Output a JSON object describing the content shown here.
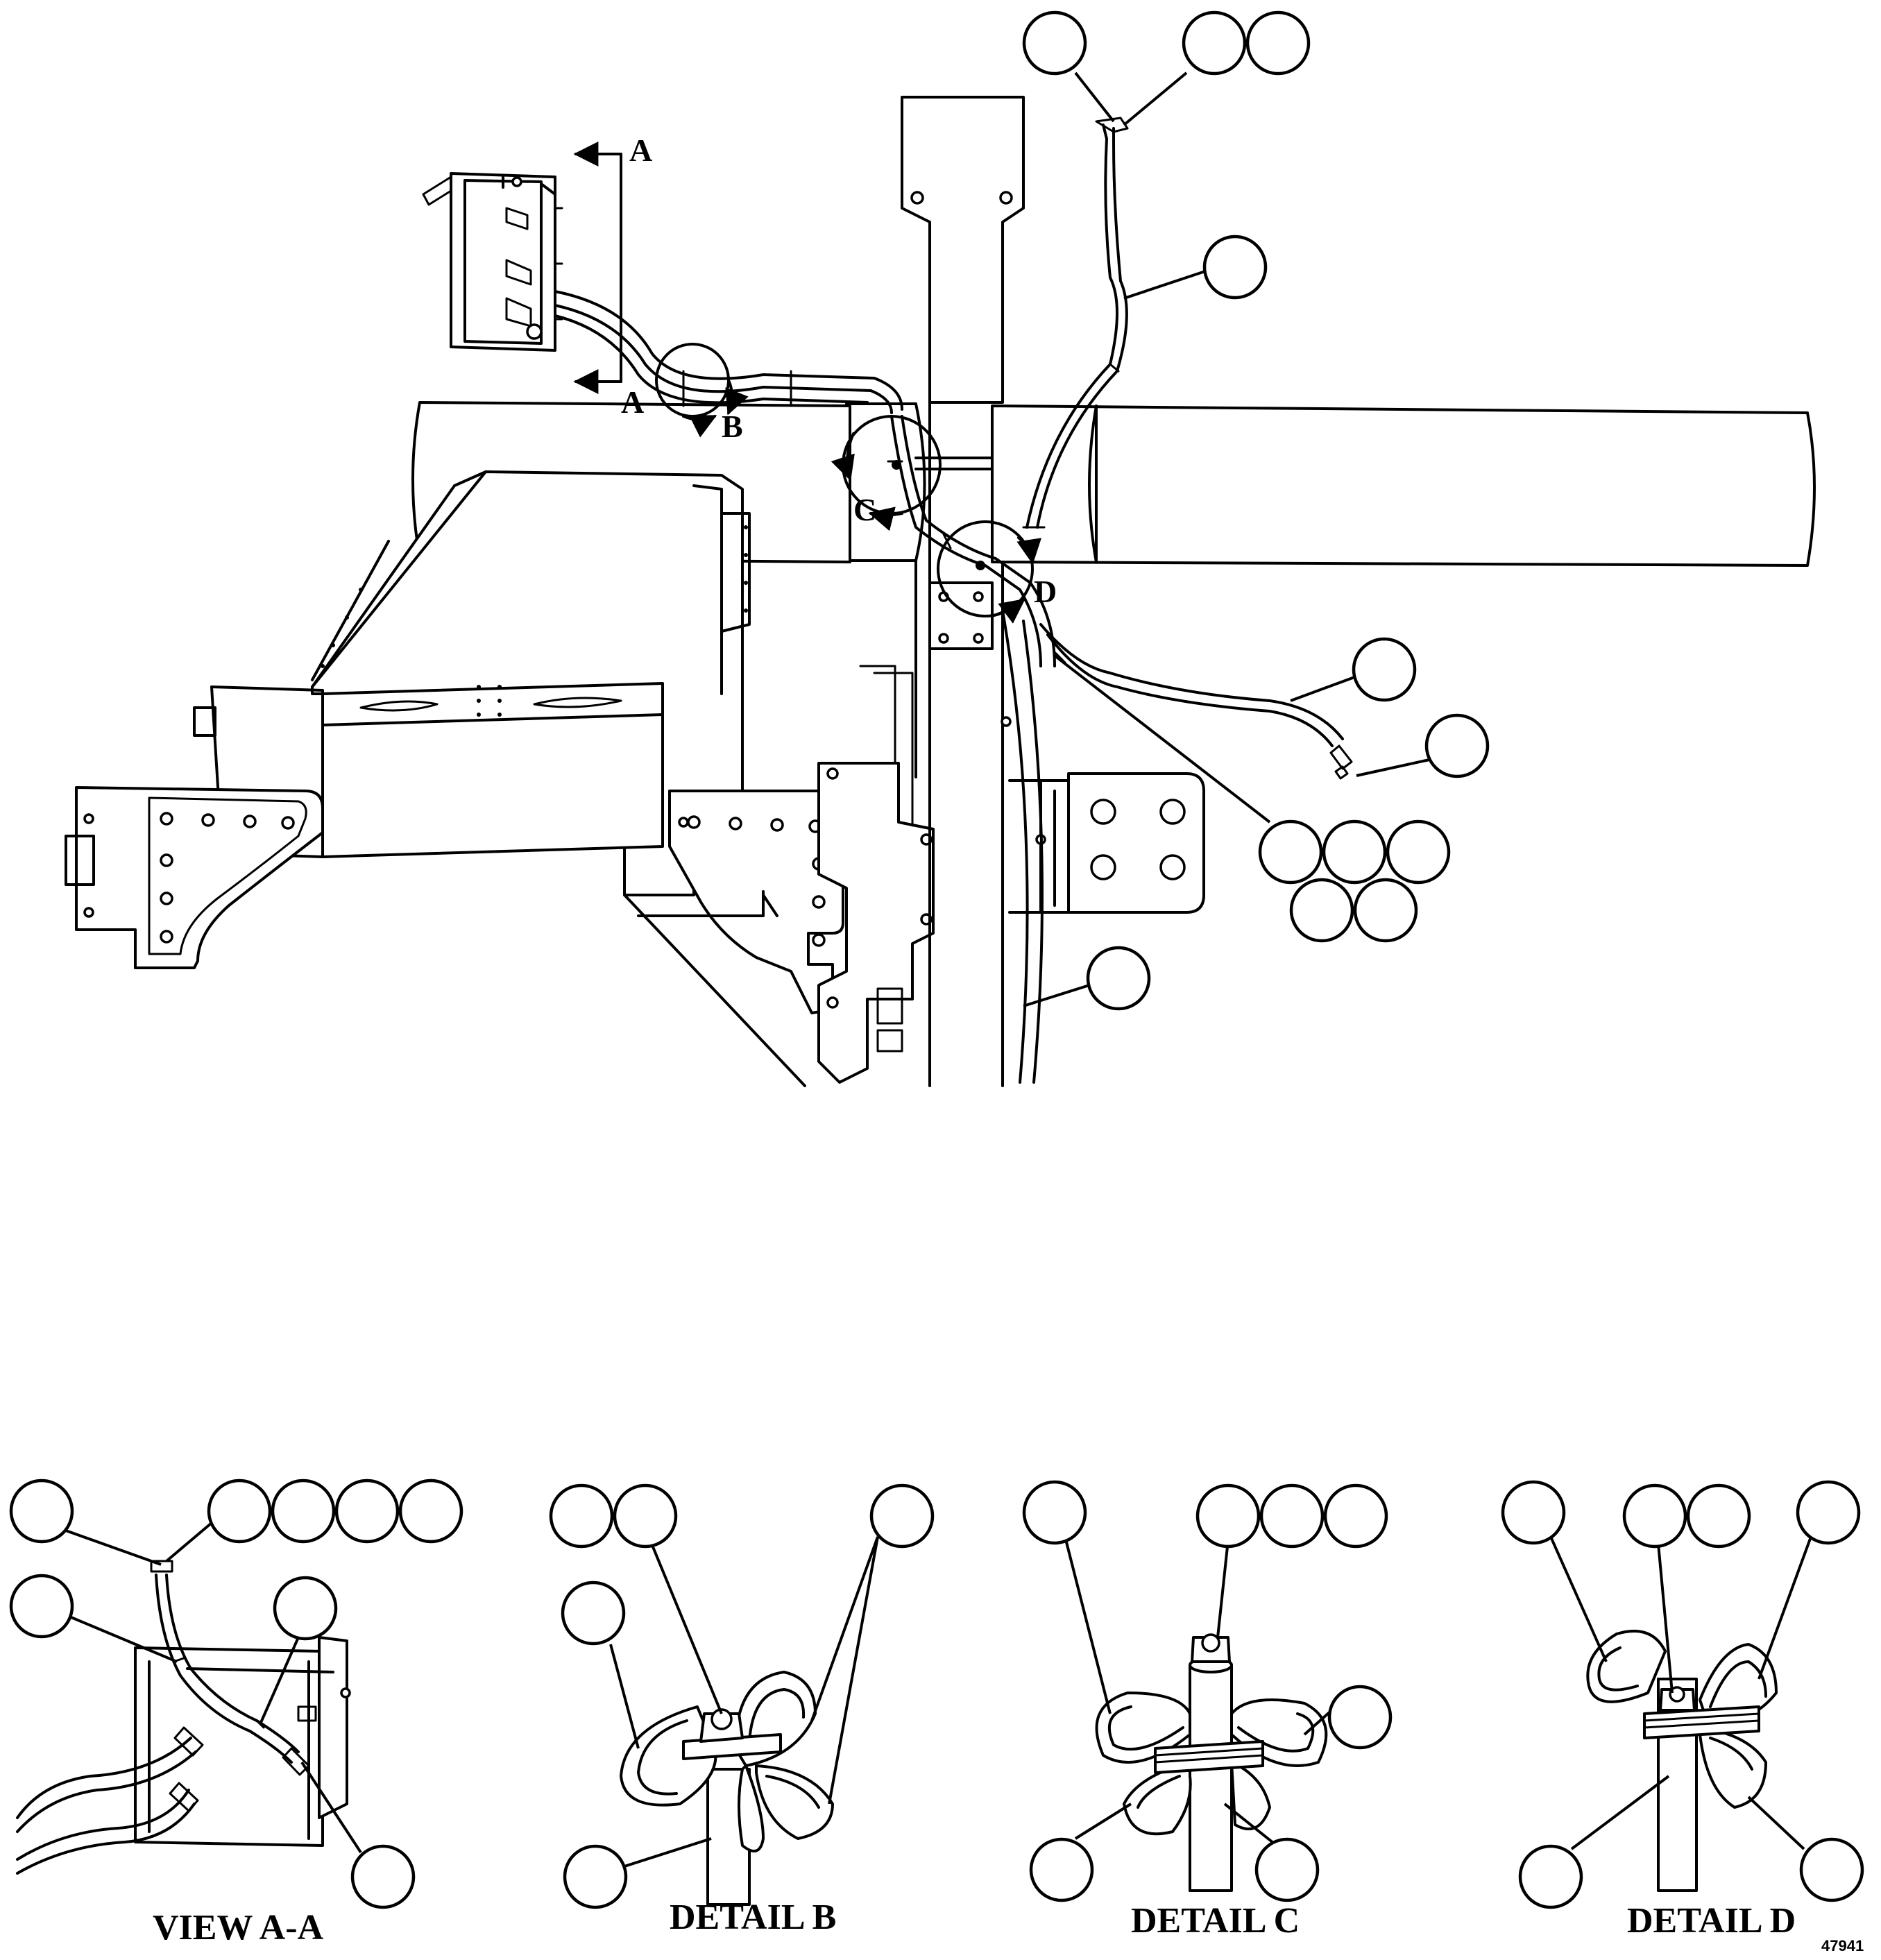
{
  "main_view": {
    "section_marker_top": "A",
    "section_marker_bottom": "A",
    "detail_marker_b": "B",
    "detail_marker_c": "C",
    "detail_marker_d": "D"
  },
  "captions": {
    "view_aa": "VIEW A-A",
    "detail_b": "DETAIL B",
    "detail_c": "DETAIL C",
    "detail_d": "DETAIL D"
  },
  "figure_number": "47941"
}
